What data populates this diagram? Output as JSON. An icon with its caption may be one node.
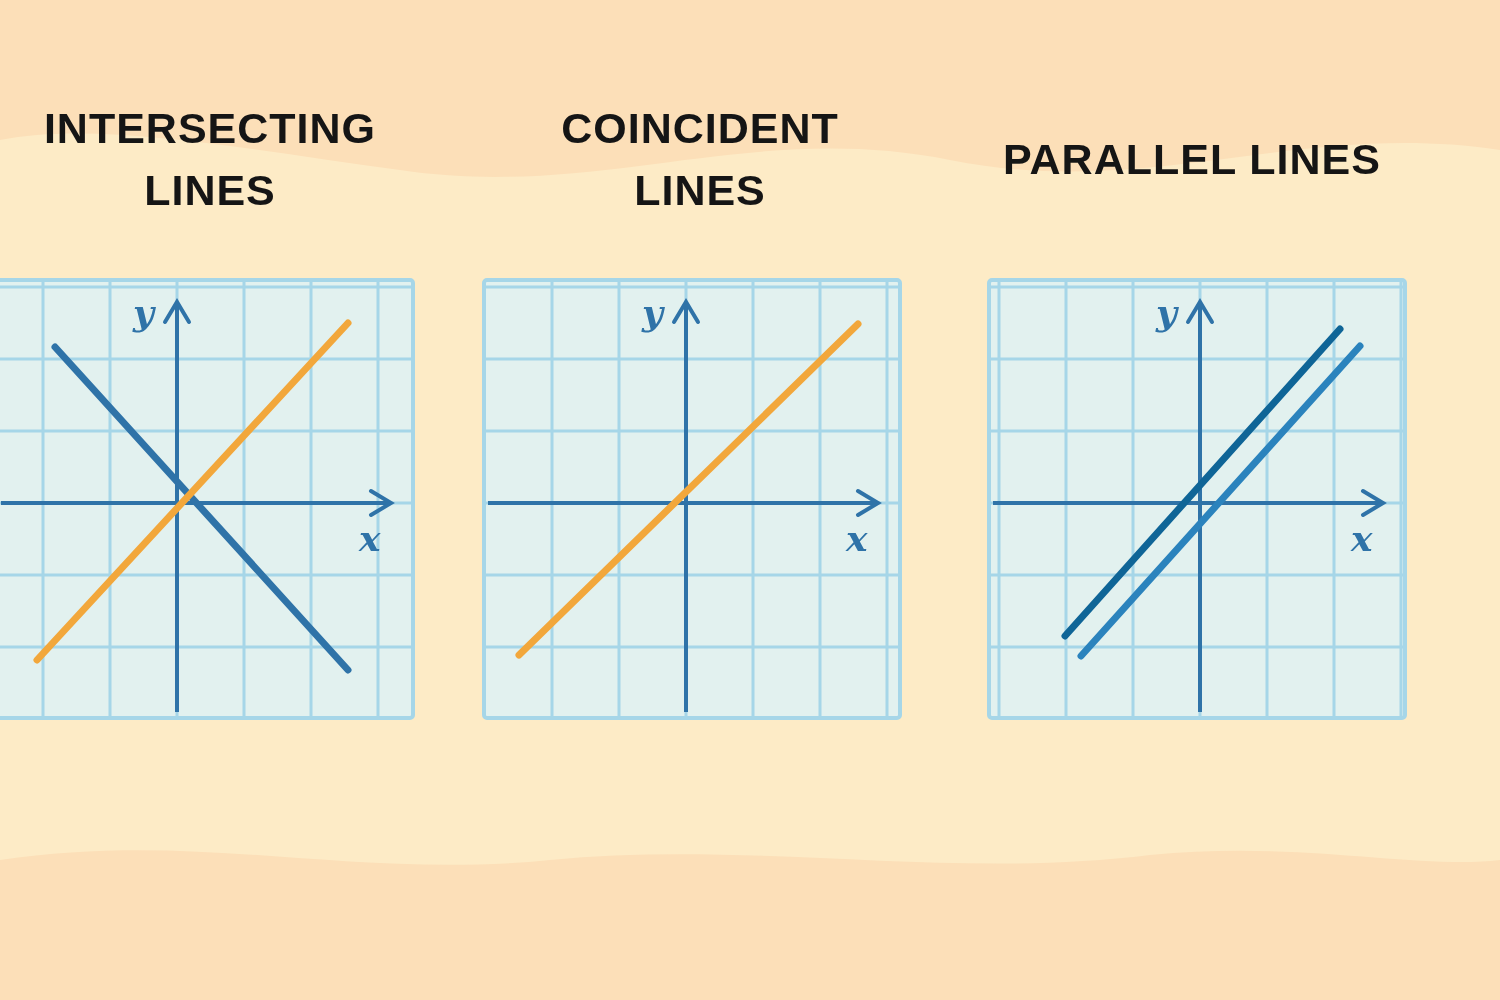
{
  "diagram": {
    "labels": [
      "INTERSECTING LINES",
      "COINCIDENT LINES",
      "PARALLEL LINES",
      "y",
      "y",
      "y",
      "x",
      "x",
      "x"
    ]
  }
}
